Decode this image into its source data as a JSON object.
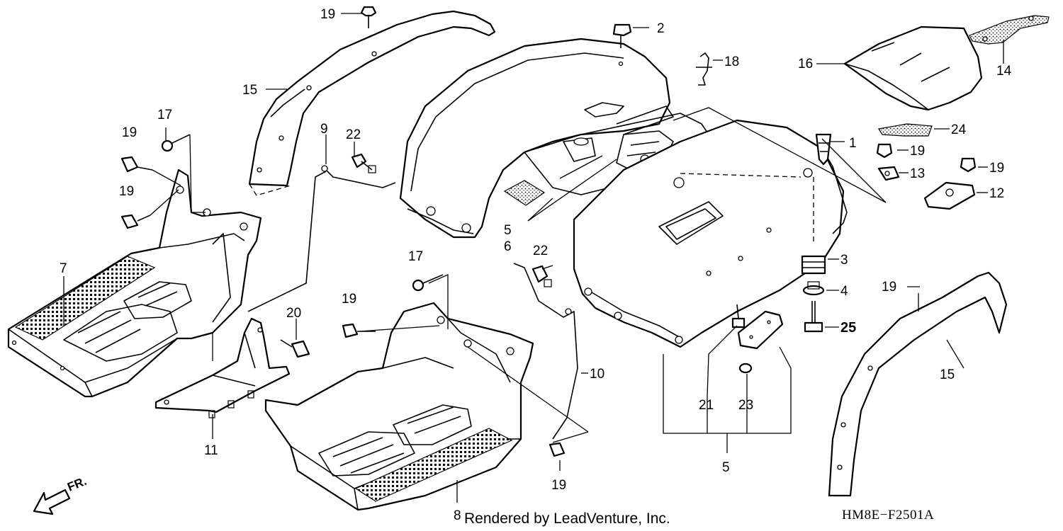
{
  "diagram": {
    "code": "HM8E−F2501A",
    "credit": "Rendered by LeadVenture, Inc.",
    "direction_label": "FR.",
    "callouts": {
      "c1": "1",
      "c2": "2",
      "c3": "3",
      "c4": "4",
      "c5a": "5",
      "c5b": "5",
      "c6": "6",
      "c7": "7",
      "c8": "8",
      "c9": "9",
      "c10": "10",
      "c11": "11",
      "c12": "12",
      "c13": "13",
      "c14": "14",
      "c15a": "15",
      "c15b": "15",
      "c16": "16",
      "c17a": "17",
      "c17b": "17",
      "c18": "18",
      "c19a": "19",
      "c19b": "19",
      "c19c": "19",
      "c19d": "19",
      "c19e": "19",
      "c19f": "19",
      "c19g": "19",
      "c19h": "19",
      "c20": "20",
      "c21": "21",
      "c22a": "22",
      "c22b": "22",
      "c23": "23",
      "c24": "24",
      "c25": "25"
    }
  }
}
